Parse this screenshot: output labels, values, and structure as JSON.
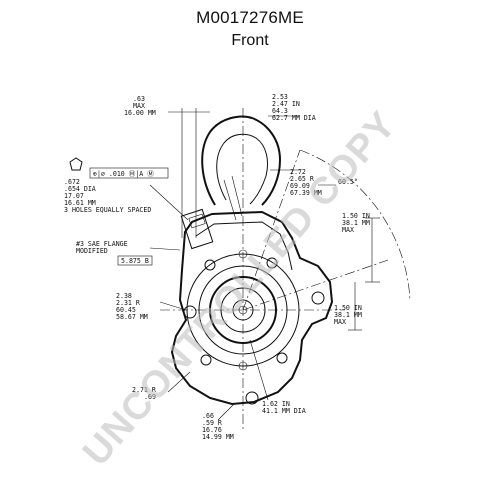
{
  "header": {
    "part_number": "M0017276ME",
    "view": "Front"
  },
  "dimensions": {
    "top_left_1": ".63",
    "top_left_2": "MAX",
    "top_left_3": "16.00 MM",
    "top_center_1": "2.53",
    "top_center_2": "2.47 IN",
    "top_center_3": "64.3",
    "top_center_4": "62.7 MM DIA",
    "right_upper_1": "2.72",
    "right_upper_2": "2.65 R",
    "right_upper_3": "69.09",
    "right_upper_4": "67.39 MM",
    "angle": "60.5°",
    "right_mid_1": "1.50 IN",
    "right_mid_2": "38.1 MM",
    "right_mid_3": "MAX",
    "right_low_1": "1.50 IN",
    "right_low_2": "38.1 MM",
    "right_low_3": "MAX",
    "tol_frame": "⊕|⌀ .010 Ⓜ|A Ⓜ",
    "left_holes_1": ".672",
    "left_holes_2": ".654 DIA",
    "left_holes_3": "17.07",
    "left_holes_4": "16.61 MM",
    "left_holes_5": "3 HOLES EQUALLY SPACED",
    "flange_1": "#3 SAE FLANGE",
    "flange_2": "MODIFIED",
    "flange_box": "5.875 B",
    "left_radius_1": "2.38",
    "left_radius_2": "2.31 R",
    "left_radius_3": "60.45",
    "left_radius_4": "58.67 MM",
    "bottom_center_1": "1.62 IN",
    "bottom_center_2": "41.1 MM DIA",
    "bottom_left_1": "2.71 R",
    "bottom_left_2": ".69",
    "bottom_1": ".66",
    "bottom_2": ".59 R",
    "bottom_3": "16.76",
    "bottom_4": "14.99 MM"
  },
  "watermark": "UNCONTROLLED COPY"
}
